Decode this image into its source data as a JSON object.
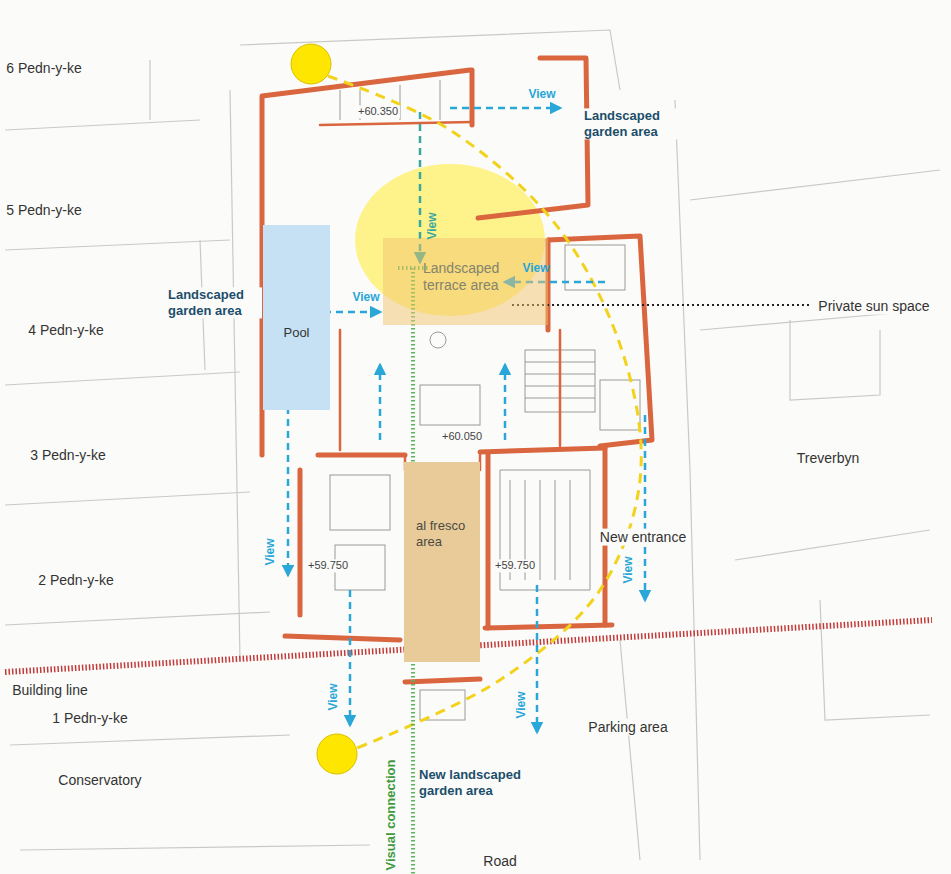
{
  "diagram": {
    "nodes": [
      {
        "text": [
          "Pool"
        ]
      },
      {
        "text": [
          "Landscaped terrace area"
        ]
      },
      {
        "text": [
          "al fresco area"
        ]
      }
    ],
    "labels": [
      "6 Pedn-y-ke",
      "5 Pedn-y-ke",
      "4 Pedn-y-ke",
      "3 Pedn-y-ke",
      "2 Pedn-y-ke",
      "1 Pedn-y-ke",
      "Conservatory",
      "Building line",
      "Landscaped garden area",
      "Landscaped garden area",
      "View",
      "View",
      "View",
      "View",
      "Private sun space",
      "+60.350",
      "+60.050",
      "View",
      "+59.750",
      "+59.750",
      "View",
      "New entrance",
      "Treverbyn",
      "View",
      "View",
      "Parking area",
      "New landscaped garden area",
      "Visual connection",
      "Road"
    ]
  }
}
